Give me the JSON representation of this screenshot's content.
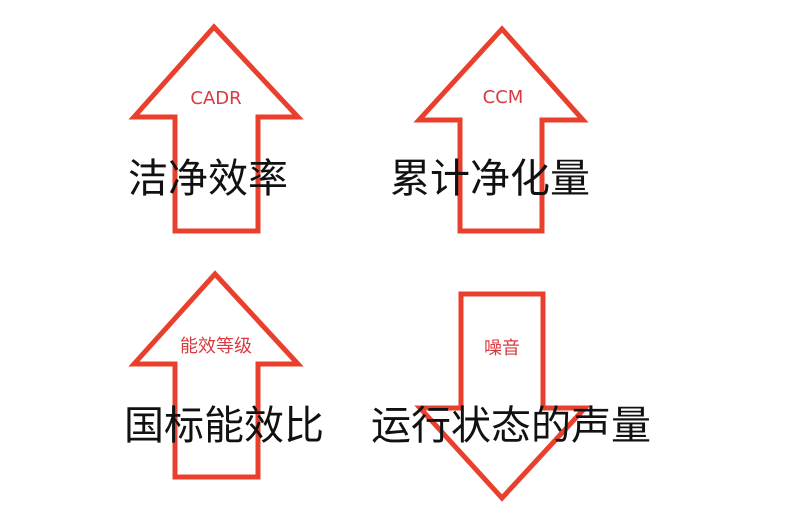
{
  "colors": {
    "arrow_stroke": "#e8402c",
    "label_text": "#d93a3f",
    "caption_text": "#111111",
    "background": "#ffffff"
  },
  "arrows": [
    {
      "direction": "up",
      "label": "CADR",
      "caption": "洁净效率"
    },
    {
      "direction": "up",
      "label": "CCM",
      "caption": "累计净化量"
    },
    {
      "direction": "up",
      "label": "能效等级",
      "caption": "国标能效比"
    },
    {
      "direction": "down",
      "label": "噪音",
      "caption": "运行状态的声量"
    }
  ]
}
